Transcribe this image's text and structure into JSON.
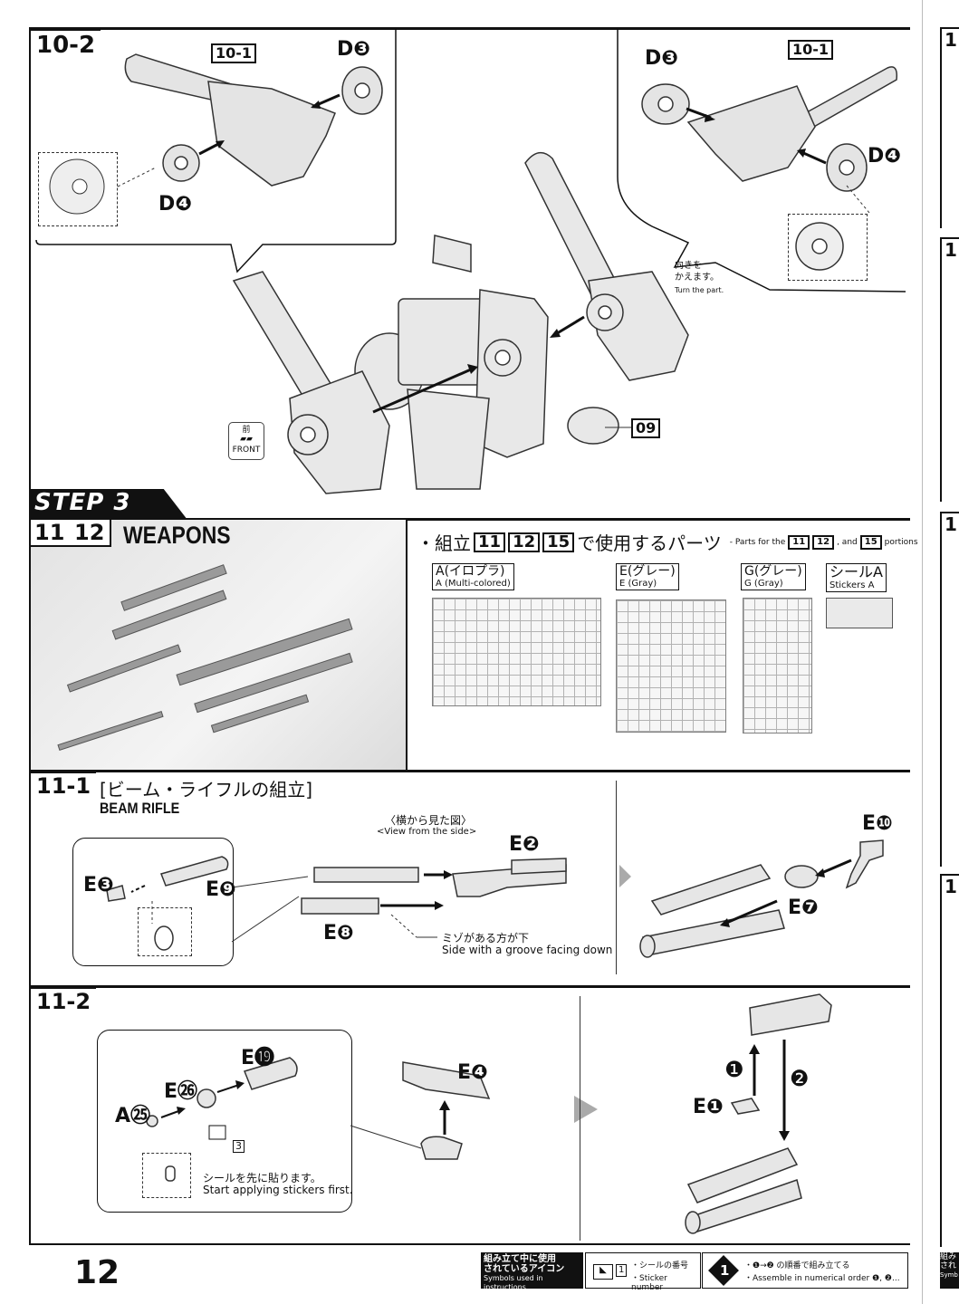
{
  "page_number": "12",
  "step10": {
    "label": "10-2",
    "sub_ref_left": "10-1",
    "sub_ref_right": "10-1",
    "parts": {
      "d3": "D❸",
      "d4": "D❹"
    },
    "note_jp": "向きを\nかえます。",
    "note_en": "Turn the part.",
    "front_jp": "前",
    "front_en": "FRONT",
    "ref_09": "09"
  },
  "step3": {
    "banner": "STEP 3",
    "num_a": "11",
    "num_b": "12",
    "title": "WEAPONS",
    "parts_header_jp_prefix": "・組立",
    "parts_header_jp_suffix": "で使用するパーツ",
    "parts_header_nums": [
      "11",
      "12",
      "15"
    ],
    "parts_header_en_prefix": "- Parts for the",
    "parts_header_en_and": ", and",
    "parts_header_en_suffix": "portions",
    "runners": [
      {
        "jp": "A(イロプラ)",
        "en": "A (Multi-colored)"
      },
      {
        "jp": "E(グレー)",
        "en": "E (Gray)"
      },
      {
        "jp": "G(グレー)",
        "en": "G (Gray)"
      },
      {
        "jp": "シールA",
        "en": "Stickers A"
      }
    ]
  },
  "step11_1": {
    "label": "11-1",
    "title_jp": "[ビーム・ライフルの組立]",
    "title_en": "BEAM RIFLE",
    "side_view_jp": "〈横から見た図〉",
    "side_view_en": "<View from the side>",
    "parts": {
      "e2": "E❷",
      "e3": "E❸",
      "e7": "E❼",
      "e8": "E❽",
      "e9": "E❾",
      "e10": "E❿"
    },
    "groove_jp": "ミゾがある方が下",
    "groove_en": "Side with a groove facing down"
  },
  "step11_2": {
    "label": "11-2",
    "parts": {
      "e19": "E⓳",
      "e26": "E㉖",
      "a25": "A㉕",
      "e4": "E❹",
      "e1": "E❶"
    },
    "sticker_num": "3",
    "sticker_jp": "シールを先に貼ります。",
    "sticker_en": "Start applying stickers first.",
    "order_1": "❶",
    "order_2": "❷"
  },
  "legend": {
    "title_jp": "組み立て中に使用\nされているアイコン",
    "title_en": "Symbols used in instructions",
    "sticker_num": "1",
    "sticker_jp": "・シールの番号",
    "sticker_en": "・Sticker number",
    "order_icon": "1",
    "order_jp": "・❶→❷ の順番で組み立てる",
    "order_en": "・Assemble in numerical order ❶, ❷..."
  },
  "right_margin_labels": [
    "1",
    "1",
    "1",
    "1",
    "組み",
    "され",
    "Symb"
  ]
}
